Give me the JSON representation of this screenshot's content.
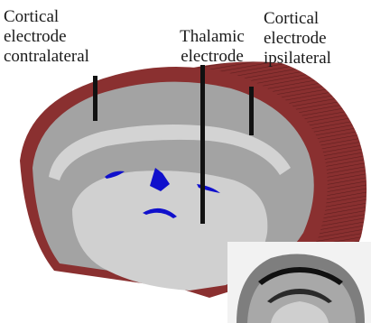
{
  "labels": {
    "cortical_contralateral": [
      "Cortical",
      "electrode",
      "contralateral"
    ],
    "thalamic": [
      "Thalamic",
      "electrode"
    ],
    "cortical_ipsilateral": [
      "Cortical",
      "electrode",
      "ipsilateral"
    ]
  },
  "colors": {
    "cortex_shell": "#8a3030",
    "cortex_shell_dark": "#6e2424",
    "grey_matter": "#a3a3a3",
    "white_matter": "#d3d3d3",
    "ventricles": "#1010cc",
    "electrode": "#111111",
    "inset_bg": "#f2f2f2"
  }
}
